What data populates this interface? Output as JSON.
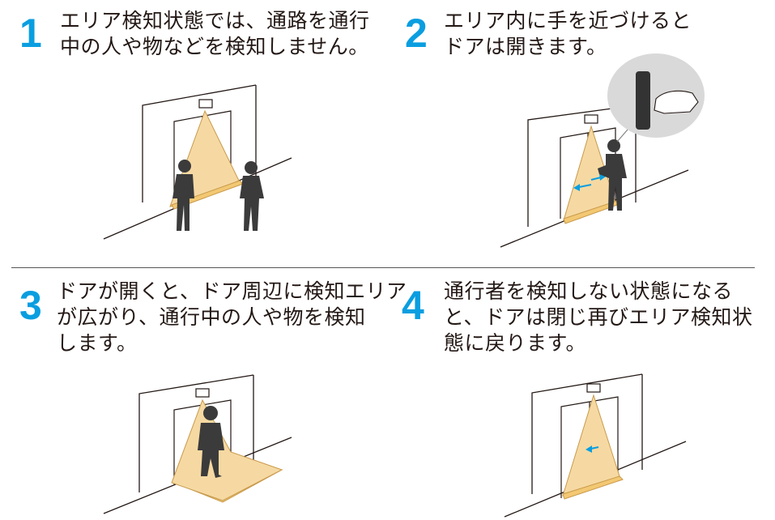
{
  "steps": [
    {
      "number": "1",
      "text": "エリア検知状態では、通路を通行\n中の人や物などを検知しません。"
    },
    {
      "number": "2",
      "text": "エリア内に手を近づけると\nドアは開きます。"
    },
    {
      "number": "3",
      "text": "ドアが開くと、ドア周辺に検知エリア\nが広がり、通行中の人や物を検知\nします。"
    },
    {
      "number": "4",
      "text": "通行者を検知しない状態になる\nと、ドアは閉じ再びエリア検知状\n態に戻ります。"
    }
  ],
  "colors": {
    "accent": "#0a9ee0",
    "cone": "#f6d9a2",
    "floor_zone": "#f3c873",
    "person": "#3b3b3b"
  },
  "icons": [
    "door-sensor-icon",
    "touch-switch-icon",
    "hand-icon",
    "arrow-left-icon",
    "arrow-right-icon"
  ]
}
